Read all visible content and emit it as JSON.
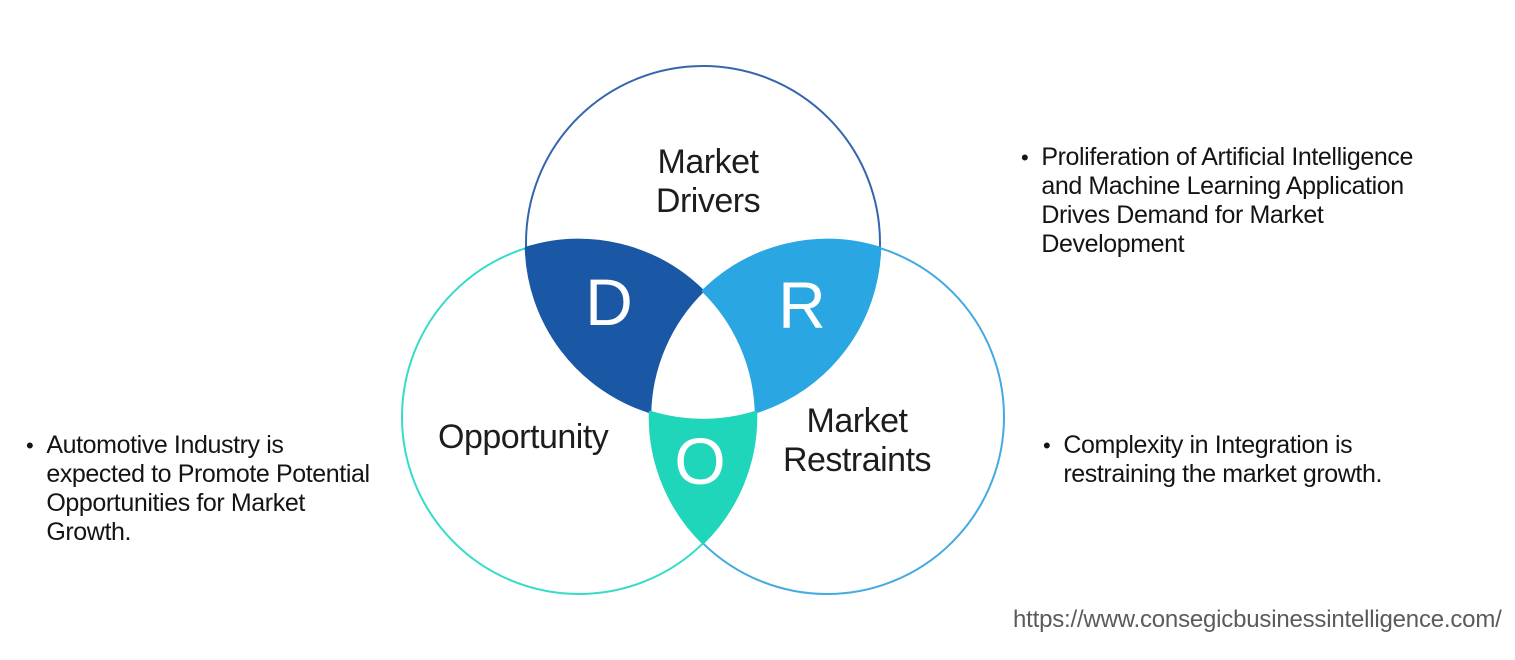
{
  "venn": {
    "circles": {
      "drivers": {
        "label_lines": [
          "Market",
          "Drivers"
        ],
        "stroke_color": "#3565ae"
      },
      "opportunity": {
        "label_lines": [
          "Opportunity"
        ],
        "stroke_color": "#35dcc8"
      },
      "restraints": {
        "label_lines": [
          "Market",
          "Restraints"
        ],
        "stroke_color": "#44aae2"
      }
    },
    "regions": {
      "d": {
        "letter": "D",
        "color": "#1a57a4"
      },
      "r": {
        "letter": "R",
        "color": "#2aa6e2"
      },
      "o": {
        "letter": "O",
        "color": "#1fd6ba"
      }
    }
  },
  "bullets": {
    "left": {
      "marker": "•",
      "lines": [
        "Automotive Industry is",
        "expected to Promote Potential",
        "Opportunities for Market",
        "Growth."
      ]
    },
    "right_top": {
      "marker": "•",
      "lines": [
        "Proliferation of Artificial Intelligence",
        "and Machine Learning Application",
        "Drives Demand for Market",
        "Development"
      ]
    },
    "right_bottom": {
      "marker": "•",
      "lines": [
        "Complexity in Integration is",
        "restraining the market growth."
      ]
    }
  },
  "footer": {
    "url": "https://www.consegicbusinessintelligence.com/"
  },
  "colors": {
    "background": "#ffffff",
    "label_text": "#1d1d1d",
    "bullet_text": "#141414",
    "letter_text": "#ffffff",
    "url_text": "#5b5b5b"
  }
}
